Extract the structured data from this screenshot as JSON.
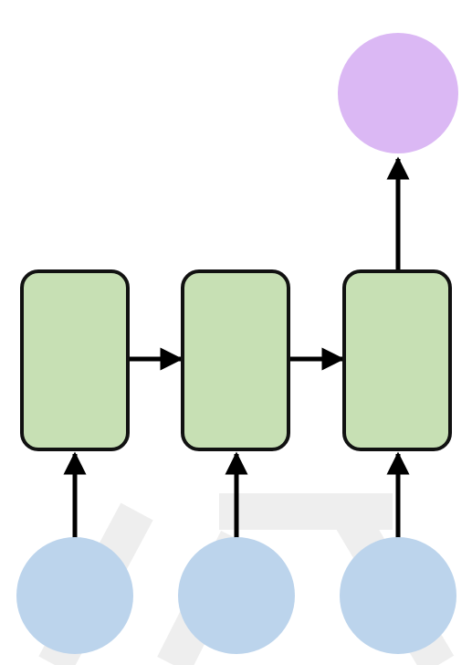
{
  "diagram": {
    "type": "recurrent-network-many-to-one",
    "nodes": [
      {
        "id": "input-1",
        "kind": "input",
        "shape": "circle"
      },
      {
        "id": "input-2",
        "kind": "input",
        "shape": "circle"
      },
      {
        "id": "input-3",
        "kind": "input",
        "shape": "circle"
      },
      {
        "id": "cell-1",
        "kind": "hidden-cell",
        "shape": "rounded-rectangle"
      },
      {
        "id": "cell-2",
        "kind": "hidden-cell",
        "shape": "rounded-rectangle"
      },
      {
        "id": "cell-3",
        "kind": "hidden-cell",
        "shape": "rounded-rectangle"
      },
      {
        "id": "output",
        "kind": "output",
        "shape": "circle"
      }
    ],
    "edges": [
      {
        "from": "input-1",
        "to": "cell-1"
      },
      {
        "from": "input-2",
        "to": "cell-2"
      },
      {
        "from": "input-3",
        "to": "cell-3"
      },
      {
        "from": "cell-1",
        "to": "cell-2"
      },
      {
        "from": "cell-2",
        "to": "cell-3"
      },
      {
        "from": "cell-3",
        "to": "output"
      }
    ],
    "colors": {
      "input_fill": "#bcd4ec",
      "cell_fill": "#c7e0b4",
      "cell_stroke": "#111111",
      "output_fill": "#dbb8f4",
      "arrow": "#000000",
      "watermark": "#eeeeee"
    }
  }
}
